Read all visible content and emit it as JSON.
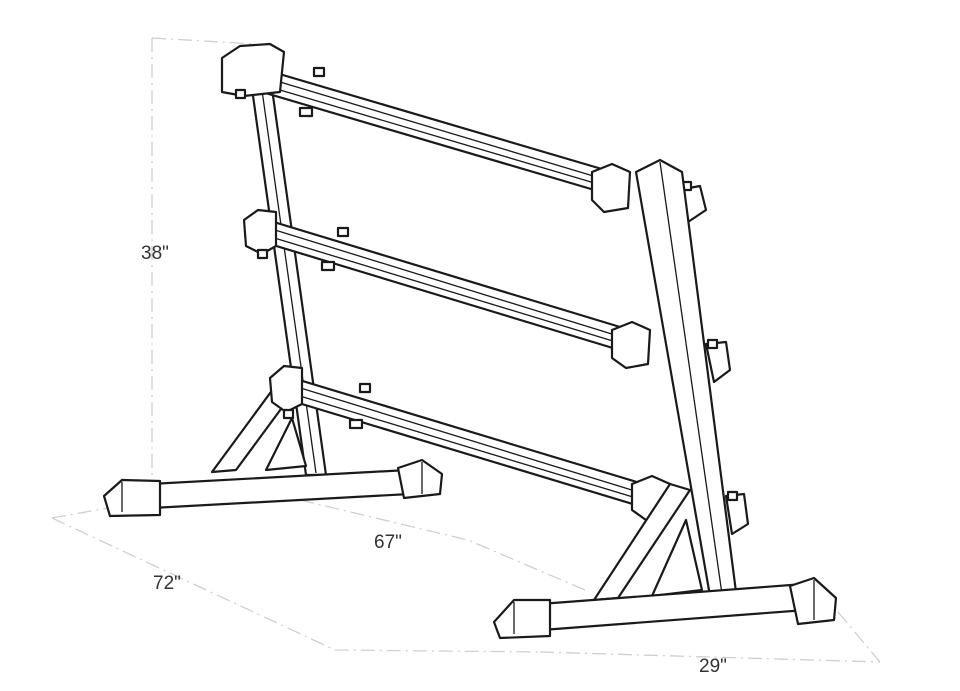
{
  "dimensions": {
    "height": "38\"",
    "length": "67\"",
    "depth": "72\"",
    "width": "29\""
  },
  "colors": {
    "line": "#1a1a1a",
    "dimension": "#cfcfcf",
    "label": "#333333",
    "background": "#ffffff"
  }
}
